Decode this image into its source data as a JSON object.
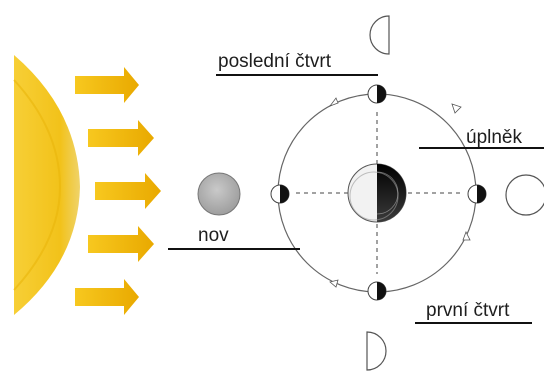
{
  "labels": {
    "last_quarter": "poslední čtvrt",
    "full_moon": "úplněk",
    "new_moon": "nov",
    "first_quarter": "první čtvrt"
  },
  "colors": {
    "sun": "#f2c21a",
    "sun_dark": "#e8b20a",
    "arrow": "#f0b800",
    "moon_dark": "#111111",
    "moon_light": "#ffffff",
    "new_moon_fill": "#b8b8b8",
    "orbit": "#666666"
  }
}
